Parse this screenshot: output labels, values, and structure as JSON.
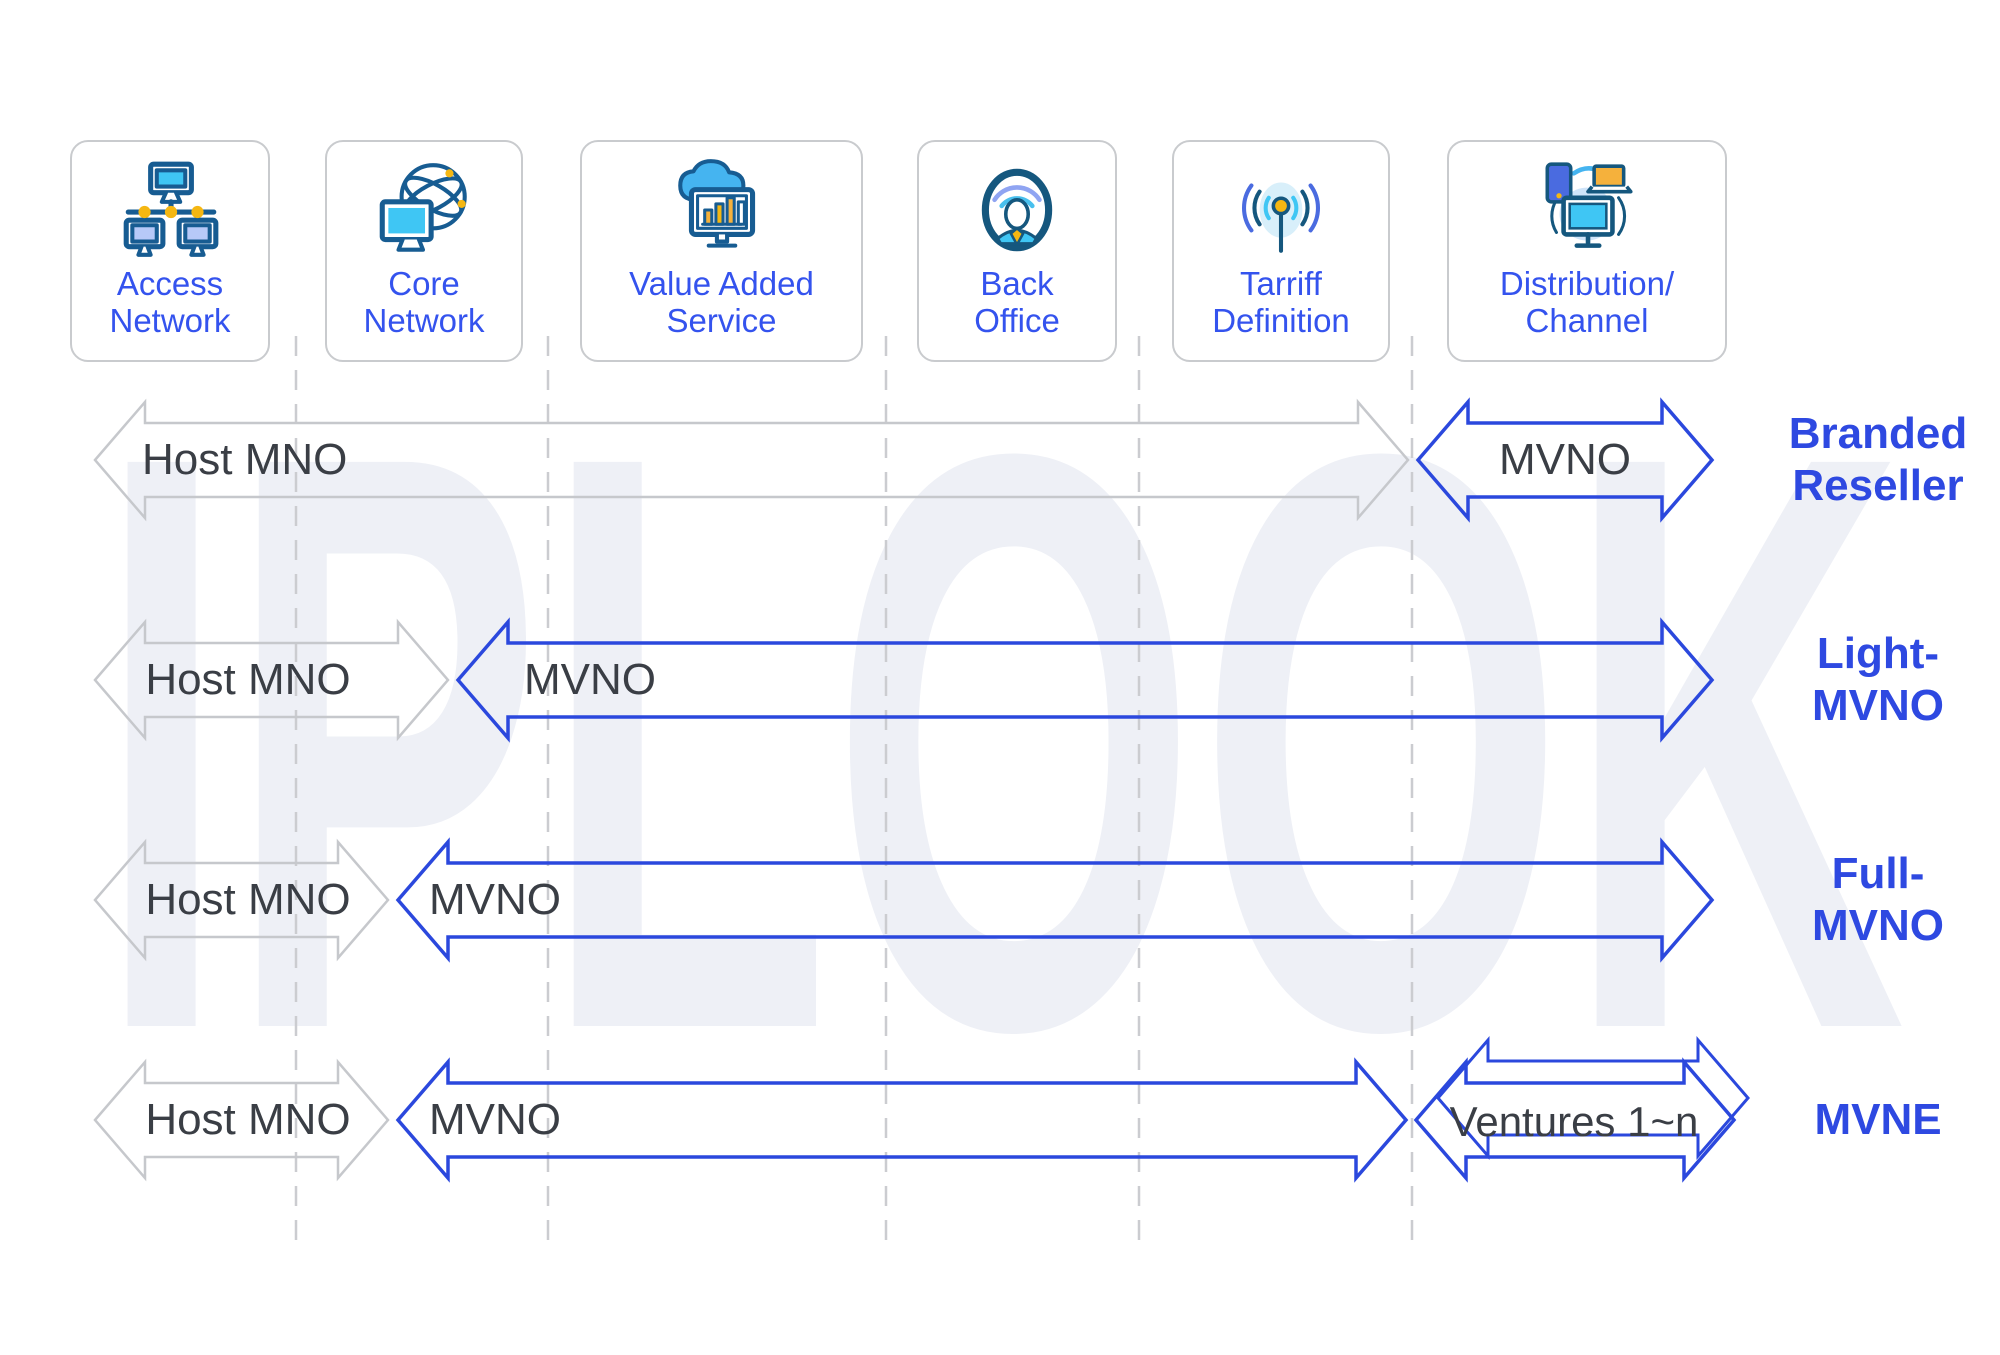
{
  "watermark": "IPLOOK",
  "colors": {
    "arrow_blue": "#2b48dd",
    "arrow_gray": "#c6c8cc",
    "dashed_line": "#cbccd0",
    "box_label_blue": "#3453ee",
    "type_label_blue": "#2e49e1",
    "arrow_text_dark": "#3a3e45",
    "watermark_gray": "#eef0f6",
    "icon_navy": "#175c92",
    "icon_cyan": "#3fc6f4",
    "icon_yellow": "#f5b712",
    "icon_periwinkle": "#b7c9f8",
    "icon_royal_blue": "#4a6be0",
    "icon_orange": "#f5b13c"
  },
  "components": [
    {
      "icon": "access-network-icon",
      "label_line1": "Access",
      "label_line2": "Network"
    },
    {
      "icon": "core-network-icon",
      "label_line1": "Core",
      "label_line2": "Network"
    },
    {
      "icon": "value-added-service-icon",
      "label_line1": "Value Added",
      "label_line2": "Service"
    },
    {
      "icon": "back-office-icon",
      "label_line1": "Back",
      "label_line2": "Office"
    },
    {
      "icon": "tarriff-definition-icon",
      "label_line1": "Tarriff",
      "label_line2": "Definition"
    },
    {
      "icon": "distribution-channel-icon",
      "label_line1": "Distribution/",
      "label_line2": "Channel"
    }
  ],
  "rows": [
    {
      "name": "Branded Reseller",
      "type_line1": "Branded",
      "type_line2": "Reseller",
      "host_arrow_label": "Host MNO",
      "mvno_arrow_label": "MVNO"
    },
    {
      "name": "Light-MVNO",
      "type_line1": "Light-",
      "type_line2": "MVNO",
      "host_arrow_label": "Host MNO",
      "mvno_arrow_label": "MVNO"
    },
    {
      "name": "Full-MVNO",
      "type_line1": "Full-",
      "type_line2": "MVNO",
      "host_arrow_label": "Host MNO",
      "mvno_arrow_label": "MVNO"
    },
    {
      "name": "MVNE",
      "type_line1": "MVNE",
      "type_line2": "",
      "host_arrow_label": "Host MNO",
      "mvno_arrow_label": "MVNO",
      "ventures_arrow_label": "Ventures 1~n"
    }
  ]
}
